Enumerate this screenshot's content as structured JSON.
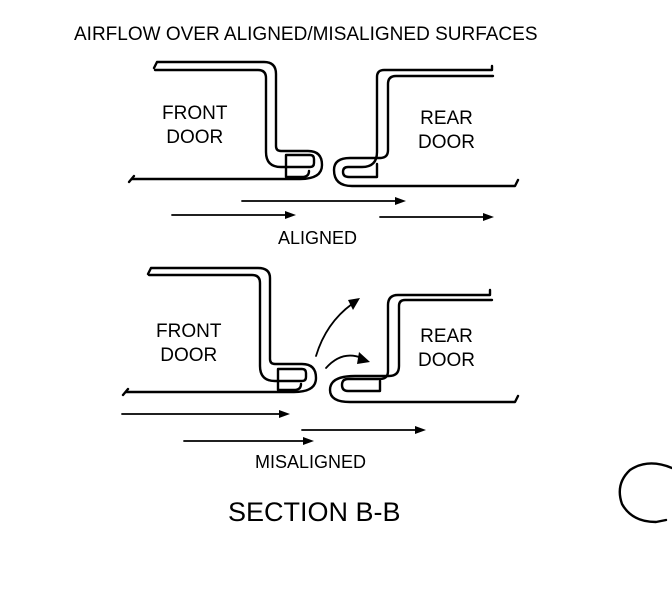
{
  "title": "AIRFLOW OVER ALIGNED/MISALIGNED SURFACES",
  "aligned": {
    "front_door": "FRONT\nDOOR",
    "rear_door": "REAR\nDOOR",
    "label": "ALIGNED"
  },
  "misaligned": {
    "front_door": "FRONT\nDOOR",
    "rear_door": "REAR\nDOOR",
    "label": "MISALIGNED"
  },
  "section_label": "SECTION B-B"
}
